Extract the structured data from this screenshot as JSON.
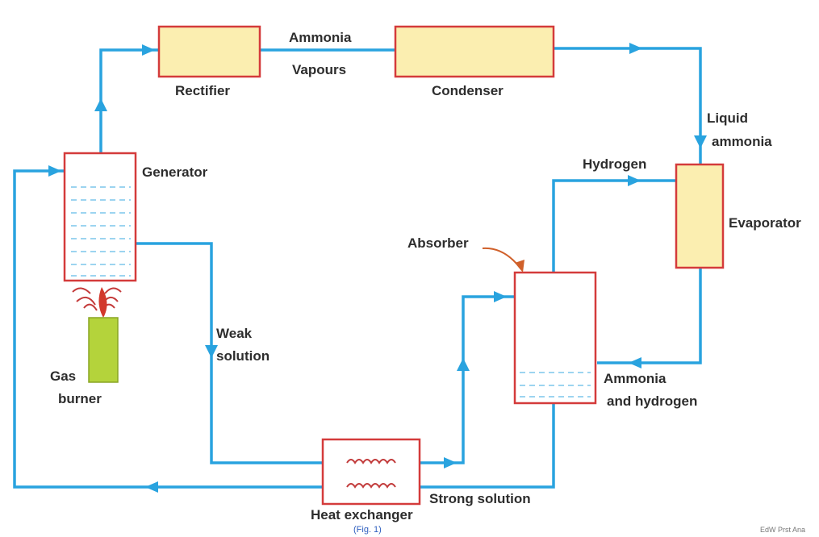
{
  "labels": {
    "rectifier": "Rectifier",
    "condenser": "Condenser",
    "ammonia": "Ammonia",
    "vapours": "Vapours",
    "liquid": "Liquid",
    "ammonia2": "ammonia",
    "generator": "Generator",
    "hydrogen": "Hydrogen",
    "evaporator": "Evaporator",
    "absorber": "Absorber",
    "weak": "Weak",
    "solution": "solution",
    "gas": "Gas",
    "burner": "burner",
    "ammonia_and": "Ammonia",
    "and_hydrogen": "and hydrogen",
    "strong_solution": "Strong solution",
    "heat_exchanger": "Heat exchanger",
    "fig": "(Fig. 1)",
    "watermark": "EdW Prst Ana"
  },
  "colors": {
    "pipe": "#29a3df",
    "box_border": "#d43b3b",
    "fill_yellow": "#fbeeb0",
    "burner_green": "#b4d33b"
  }
}
